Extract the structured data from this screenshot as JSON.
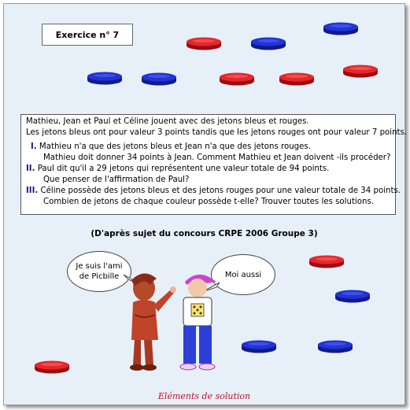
{
  "title": "Exercice n° 7",
  "problem": {
    "intro": [
      "Mathieu, Jean et Paul et Céline jouent avec des jetons bleus et rouges.",
      "Les jetons bleus ont pour valeur 3 points tandis que les jetons rouges ont pour valeur 7 points."
    ],
    "q1_num": "I.",
    "q1_a": "Mathieu n'a que des jetons bleus et Jean n'a que des jetons rouges.",
    "q1_b": "Mathieu doit donner 34 points à Jean. Comment Mathieu et Jean doivent -ils procéder?",
    "q2_num": "II.",
    "q2_a": "Paul dit qu'il a 29 jetons qui représentent une valeur totale de 94 points.",
    "q2_b": "Que penser de l'affirmation de Paul?",
    "q3_num": "III.",
    "q3_a": "Céline possède des jetons bleus et des jetons rouges pour une valeur totale de 34 points.",
    "q3_b": "Combien de jetons de chaque couleur possède t-elle? Trouver toutes les solutions."
  },
  "source": "(D'après sujet du concours CRPE 2006 Groupe 3)",
  "bubble_left": [
    "Je suis l'ami",
    "de Picbille"
  ],
  "bubble_right": "Moi aussi",
  "solution_link": "Eléments de solution",
  "colors": {
    "red_token": "#e8262a",
    "blue_token": "#1f2fcf",
    "link": "#c0102a",
    "background": "#e7f0f8"
  }
}
